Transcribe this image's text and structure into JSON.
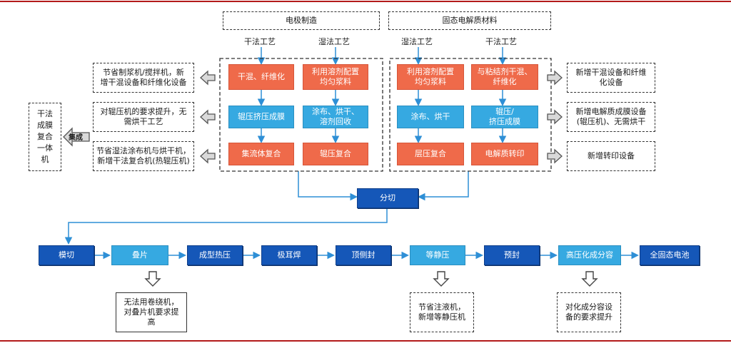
{
  "header": {
    "left_section": "电极制造",
    "right_section": "固态电解质材料"
  },
  "columns": {
    "dry_left": "干法工艺",
    "wet_left": "湿法工艺",
    "wet_right": "湿法工艺",
    "dry_right": "干法工艺"
  },
  "electrode": {
    "dry": [
      "干混、纤维化",
      "辊压挤压成膜",
      "集流体复合"
    ],
    "wet": [
      "利用溶剂配置\n均匀浆料",
      "涂布、烘干、\n溶剂回收",
      "辊压复合"
    ]
  },
  "electrolyte": {
    "wet": [
      "利用溶剂配置\n均匀浆料",
      "涂布、烘干",
      "层压复合"
    ],
    "dry": [
      "与粘结剂干混、\n纤维化",
      "辊压/\n挤压成膜",
      "电解质转印"
    ]
  },
  "left_notes": [
    "节省制浆机/搅拌机，新\n增干混设备和纤维化设备",
    "对辊压机的要求提升，无\n需烘干工艺",
    "节省湿法涂布机与烘干机，\n新增干法复合机(热辊压机)"
  ],
  "right_notes": [
    "新增干混设备和纤维\n化设备",
    "新增电解质成膜设备\n(辊压机)、无需烘干",
    "新增转印设备"
  ],
  "integrate": {
    "box": "干法\n成膜\n复合\n一体\n机",
    "label": "集成"
  },
  "slitting": "分切",
  "process": [
    "模切",
    "叠片",
    "成型热压",
    "极耳焊",
    "顶侧封",
    "等静压",
    "预封",
    "高压化成分容",
    "全固态电池"
  ],
  "process_kind": [
    "dark",
    "light",
    "dark",
    "dark",
    "dark",
    "light",
    "dark",
    "light",
    "dark"
  ],
  "bottom_notes": {
    "stacking": "无法用卷绕机，\n对叠片机要求提\n高",
    "isostatic": "节省注液机，\n新增等静压机",
    "formation": "对化成分容设\n备的要求提升"
  },
  "colors": {
    "red": "#ef6a4a",
    "light_blue": "#36a9e1",
    "dark_blue": "#1557b8",
    "rule": "#b31a1a"
  }
}
